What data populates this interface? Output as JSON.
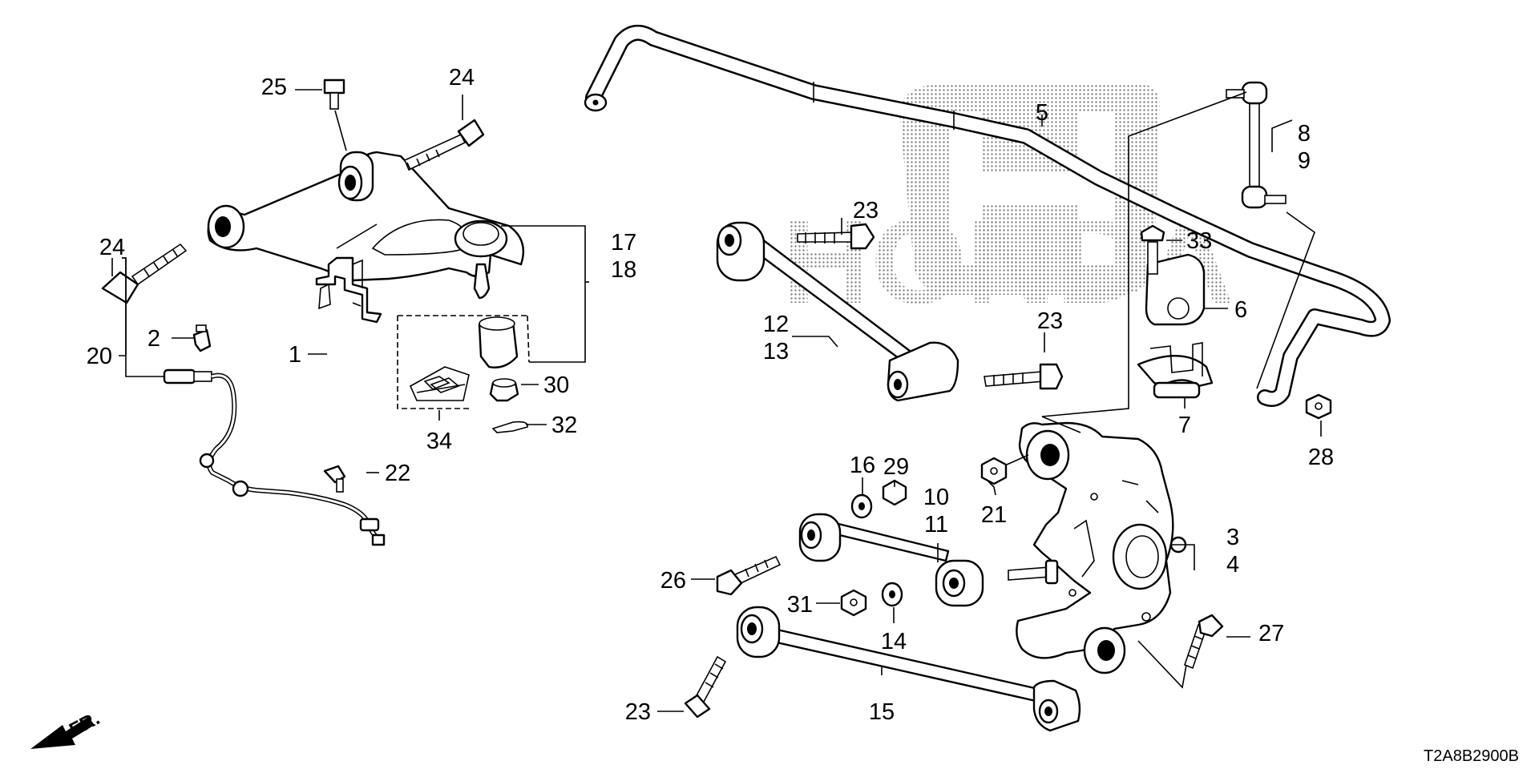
{
  "diagram": {
    "code": "T2A8B2900B",
    "front_label": "FR.",
    "watermark": "HONDA",
    "callouts": {
      "c1": "1",
      "c2": "2",
      "c3": "3",
      "c4": "4",
      "c5": "5",
      "c6": "6",
      "c7": "7",
      "c8": "8",
      "c9": "9",
      "c10": "10",
      "c11": "11",
      "c12": "12",
      "c13": "13",
      "c14": "14",
      "c15": "15",
      "c16": "16",
      "c17": "17",
      "c18": "18",
      "c20": "20",
      "c21": "21",
      "c22": "22",
      "c23a": "23",
      "c23b": "23",
      "c23c": "23",
      "c24a": "24",
      "c24b": "24",
      "c25": "25",
      "c26": "26",
      "c27": "27",
      "c28": "28",
      "c29": "29",
      "c30": "30",
      "c31": "31",
      "c32": "32",
      "c33": "33",
      "c34": "34"
    }
  }
}
